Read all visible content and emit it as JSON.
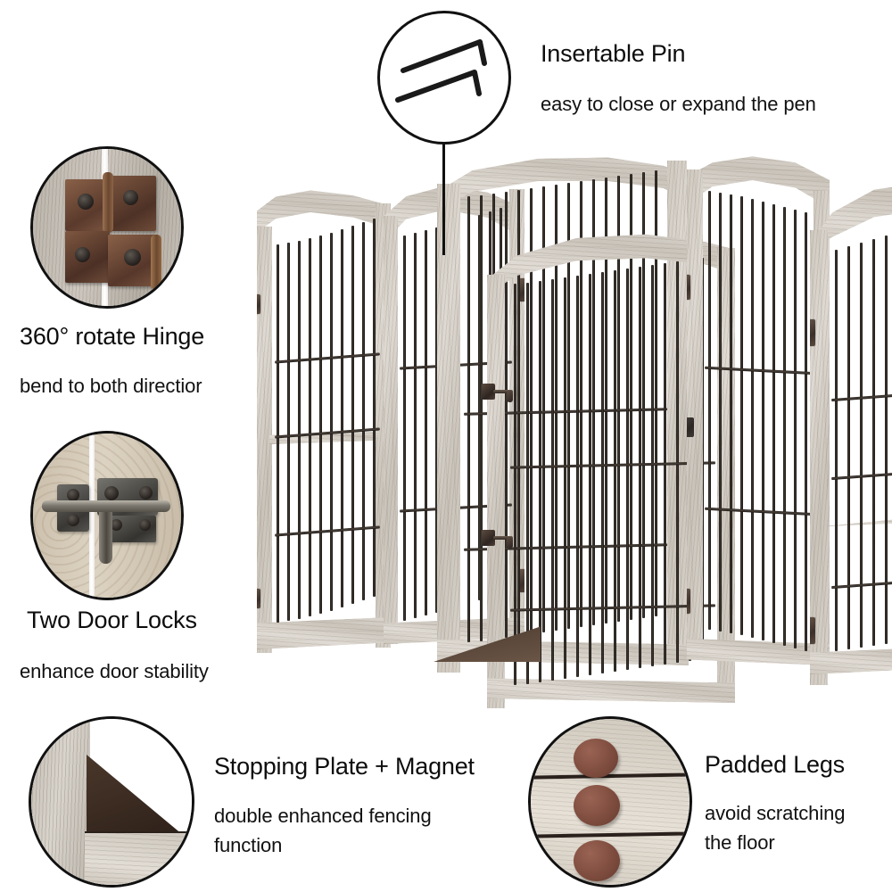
{
  "page": {
    "kind": "product-feature-infographic",
    "product": "folding wooden pet gate / freestanding dog pen",
    "background_color": "#ffffff",
    "wood_color": "#d3cdc4",
    "bar_color": "#221c18",
    "outline_color": "#111111",
    "pad_color": "#7c4b3d",
    "hinge_metal_color": "#7a5441"
  },
  "callouts": [
    {
      "id": "insertable-pin",
      "title": "Insertable Pin",
      "subtitle": "easy to close or expand the pen",
      "icon": "hex-key-pin-icon",
      "position": "top-center",
      "has_leader_line": true
    },
    {
      "id": "rotate-hinge",
      "title": "360° rotate Hinge",
      "subtitle": "bend to both directior",
      "icon": "hinge-photo-icon",
      "position": "left-upper",
      "has_leader_line": false
    },
    {
      "id": "door-locks",
      "title": "Two Door Locks",
      "subtitle": "enhance door stability",
      "icon": "barrel-bolt-lock-photo-icon",
      "position": "left-middle",
      "has_leader_line": false
    },
    {
      "id": "stopping-plate-magnet",
      "title": "Stopping Plate + Magnet",
      "subtitle": "double enhanced fencing function",
      "subtitle_line1": "double enhanced fencing",
      "subtitle_line2": "function",
      "icon": "stopping-plate-photo-icon",
      "position": "bottom-left",
      "has_leader_line": false
    },
    {
      "id": "padded-legs",
      "title": "Padded Legs",
      "subtitle": "avoid scratching the floor",
      "subtitle_line1": "avoid scratching",
      "subtitle_line2": "the floor",
      "icon": "padded-legs-photo-icon",
      "position": "bottom-right",
      "has_leader_line": false
    }
  ],
  "product_image": {
    "name": "folding-pet-gate",
    "panel_count": 6,
    "description": "Six-panel arched-top wooden pet pen with vertical metal bars, shown expanded in a hexagon arrangement"
  }
}
